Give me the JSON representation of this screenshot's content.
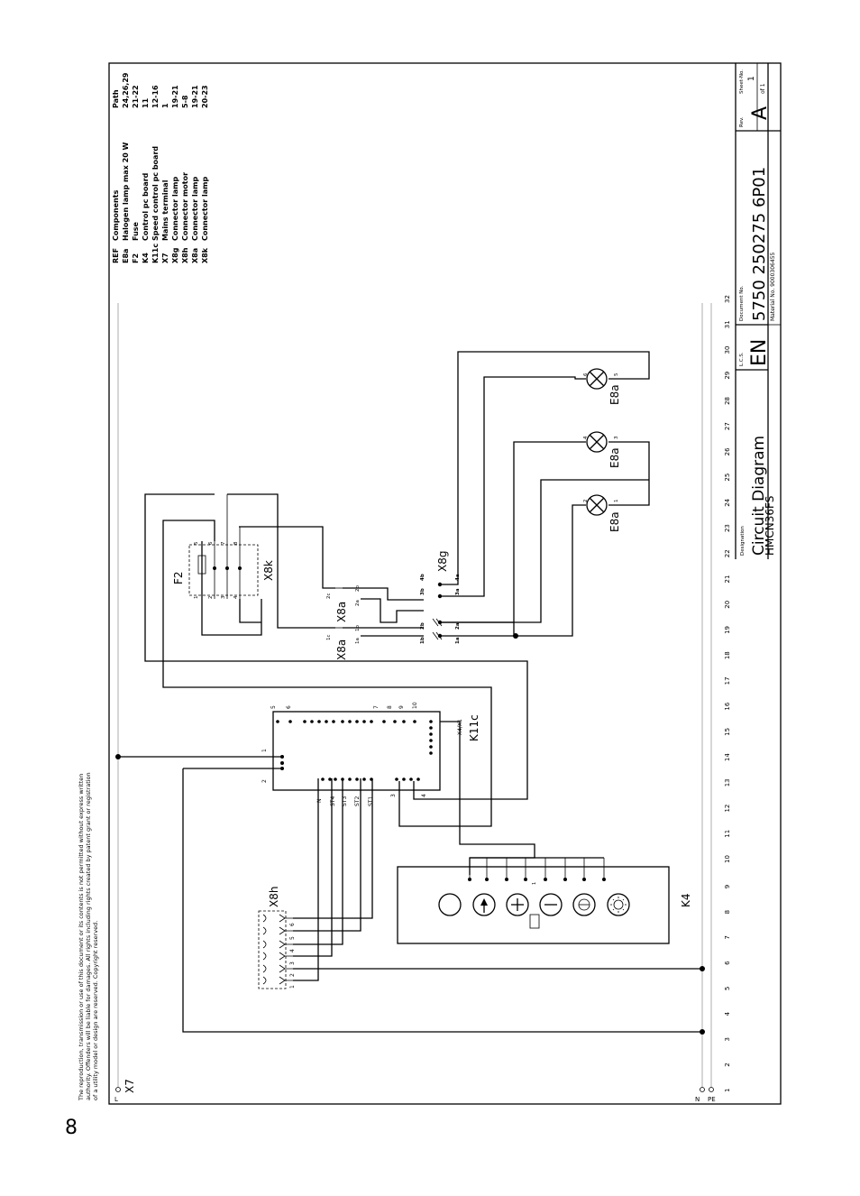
{
  "page_number": "8",
  "copyright": [
    "The reproduction, transmission or use of this document or its contents is not permitted without express written",
    "authority. Offenders will be liable for damages. All rights including rights created by patent grant or registration",
    "of a utility model or design are reserved. Copyright reserved."
  ],
  "components_table": {
    "headers": {
      "ref": "REF",
      "components": "Components",
      "path": "Path"
    },
    "rows": [
      {
        "ref": "E8a",
        "component": "Halogen lamp max 20 W",
        "path": "24,26,29"
      },
      {
        "ref": "F2",
        "component": "Fuse",
        "path": "21-22"
      },
      {
        "ref": "K4",
        "component": "Control pc board",
        "path": "11"
      },
      {
        "ref": "K11c",
        "component": "Speed control pc board",
        "path": "12-16"
      },
      {
        "ref": "X7",
        "component": "Mains terminal",
        "path": "1"
      },
      {
        "ref": "X8g",
        "component": "Connector lamp",
        "path": "19-21"
      },
      {
        "ref": "X8h",
        "component": "Connector motor",
        "path": "5-8"
      },
      {
        "ref": "X8a",
        "component": "Connector lamp",
        "path": "19-21"
      },
      {
        "ref": "X8k",
        "component": "Connector lamp",
        "path": "20-23"
      }
    ]
  },
  "title_block": {
    "designation_label": "Designation",
    "title": "Circuit Diagram",
    "model": "HMCN36FS",
    "lang_label": "L.C.S.",
    "lang": "EN",
    "document_no_label": "Document No.",
    "document_no": "5750 250275 6P01",
    "material_no": "Material No. 9000306455",
    "rev_label": "Rev.",
    "rev": "A",
    "sheet_label": "Sheet-No.",
    "sheet_no": "1",
    "sheet_of": "of 1"
  },
  "path_numbers": [
    "1",
    "2",
    "3",
    "4",
    "5",
    "6",
    "7",
    "8",
    "9",
    "10",
    "11",
    "12",
    "13",
    "14",
    "15",
    "16",
    "17",
    "18",
    "19",
    "20",
    "21",
    "22",
    "23",
    "24",
    "25",
    "26",
    "27",
    "28",
    "29",
    "30",
    "31",
    "32"
  ],
  "rails": {
    "l": "L",
    "n": "N",
    "pe": "PE"
  },
  "labels": {
    "x7": "X7",
    "x8h": "X8h",
    "k4": "K4",
    "k11c": "K11c",
    "k11c_x4": "X4/X1",
    "x8a_1": "X8a",
    "x8a_2": "X8a",
    "x8g": "X8g",
    "f2": "F2",
    "x8k": "X8k",
    "e8a_1": "E8a",
    "e8a_2": "E8a",
    "e8a_3": "E8a"
  },
  "k11c_pins": {
    "top": [
      "5",
      "6",
      "7",
      "8",
      "9",
      "10"
    ],
    "left": [
      "1",
      "2"
    ],
    "bottom": [
      "N",
      "ST4",
      "ST3",
      "ST2",
      "ST1",
      "3",
      "4"
    ]
  },
  "x8h_pins": [
    "1",
    "2",
    "3",
    "4",
    "5",
    "6"
  ],
  "x8a_pins": [
    "1c",
    "1b",
    "1a",
    "2c",
    "2b",
    "2a"
  ],
  "x8g_pins": [
    "1b",
    "2b",
    "1a",
    "2a",
    "3b",
    "4b",
    "3a",
    "4a"
  ],
  "x8k_pins": [
    "1",
    "2",
    "3",
    "4",
    "5",
    "6",
    "7",
    "8"
  ],
  "lamp_pins": [
    "1",
    "2",
    "3",
    "4",
    "5",
    "6"
  ],
  "k4_pin": "1"
}
